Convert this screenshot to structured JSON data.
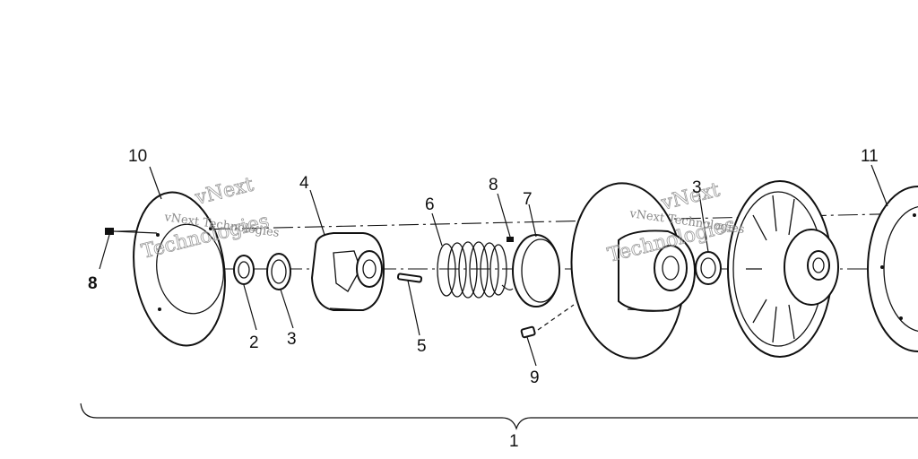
{
  "callouts": {
    "c1": "1",
    "c2": "2",
    "c3a": "3",
    "c3b": "3",
    "c4": "4",
    "c5": "5",
    "c6": "6",
    "c7": "7",
    "c8a": "8",
    "c8b": "8",
    "c9": "9",
    "c10": "10",
    "c11": "11"
  },
  "watermark": {
    "brand_a": "vNext",
    "brand_b": "Technologies",
    "full": "vNext Technologies"
  }
}
